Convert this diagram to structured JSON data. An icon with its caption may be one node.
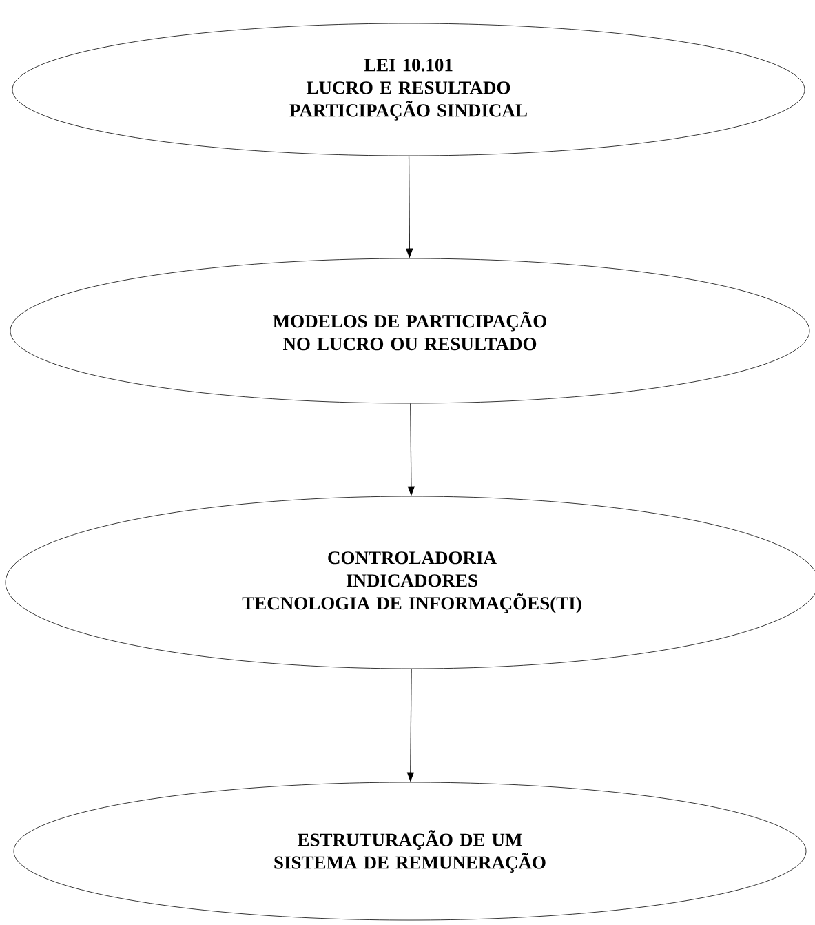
{
  "diagram": {
    "nodes": [
      {
        "text": [
          "LEI 10.101",
          "LUCRO E RESULTADO",
          "PARTICIPAÇÃO SINDICAL"
        ]
      },
      {
        "text": [
          "MODELOS DE PARTICIPAÇÃO NO LUCRO OU RESULTADO"
        ]
      },
      {
        "text": [
          "CONTROLADORIA",
          "INDICADORES",
          "TECNOLOGIA DE INFORMAÇÕES(TI)"
        ]
      },
      {
        "text": [
          "ESTRUTURAÇÃO DE UM SISTEMA DE REMUNERAÇÃO"
        ]
      }
    ],
    "edges": [
      {
        "from": 0,
        "to": 1,
        "arrow": "to"
      },
      {
        "from": 1,
        "to": 2,
        "arrow": "to"
      },
      {
        "from": 2,
        "to": 3,
        "arrow": "to"
      }
    ]
  }
}
